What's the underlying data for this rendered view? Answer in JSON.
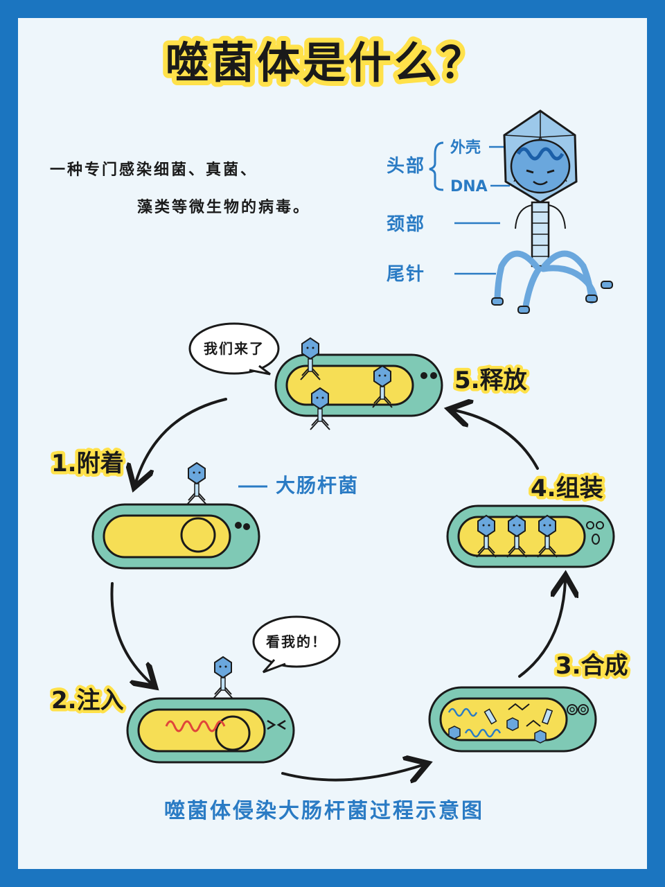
{
  "title": "噬菌体是什么？",
  "definition": {
    "line1": "一种专门感染细菌、真菌、",
    "line2": "藻类等微生物的病毒。"
  },
  "anatomy": {
    "head": "头部",
    "shell": "外壳",
    "dna": "DNA",
    "neck": "颈部",
    "tail": "尾针"
  },
  "cycle": {
    "steps": [
      "1.附着",
      "2.注入",
      "3.合成",
      "4.组装",
      "5.释放"
    ],
    "ecoli_label": "大肠杆菌",
    "bubble_release": "我们来了",
    "bubble_inject": "看我的！"
  },
  "caption": "噬菌体侵染大肠杆菌过程示意图",
  "colors": {
    "border": "#1b75c0",
    "background": "#eef6fb",
    "highlight": "#ffe14a",
    "label_blue": "#2a7bc4",
    "cell_wall": "#7fc9b5",
    "cytoplasm": "#f6de55",
    "phage": "#6aa7dd"
  }
}
